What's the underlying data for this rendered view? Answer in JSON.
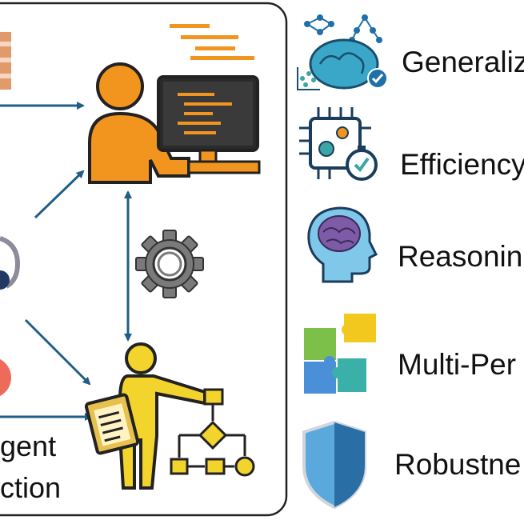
{
  "left_panel": {
    "caption_lines": [
      "gent",
      "ction"
    ]
  },
  "capabilities": [
    {
      "label": "Generaliz",
      "icon": "brain-network-icon"
    },
    {
      "label": "Efficiency",
      "icon": "chip-stopwatch-icon"
    },
    {
      "label": "Reasonin",
      "icon": "head-brain-icon"
    },
    {
      "label": "Multi-Per",
      "icon": "puzzle-pieces-icon"
    },
    {
      "label": "Robustne",
      "icon": "shield-icon"
    }
  ],
  "colors": {
    "arrow": "#1f5f86",
    "orange": "#f2951f",
    "yellow": "#f3d42c",
    "panel_border": "#222222",
    "gear": "#6b6b6b",
    "teal": "#3aa6a6"
  }
}
